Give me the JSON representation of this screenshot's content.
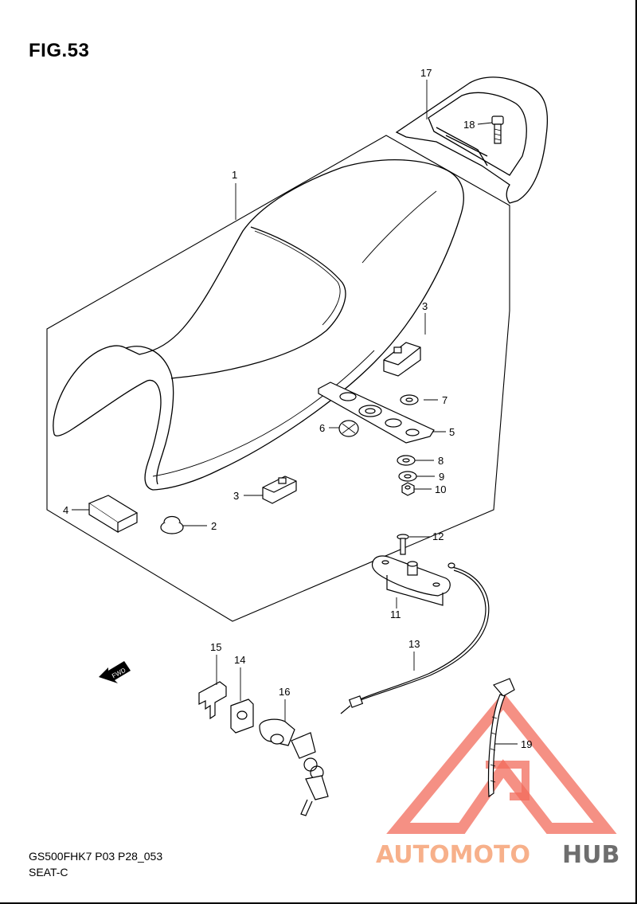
{
  "figure_title": "FIG.53",
  "model_code": "GS500FHK7 P03 P28_053",
  "section_name": "SEAT-C",
  "fwd_label": "FWD",
  "callouts": [
    "1",
    "2",
    "3",
    "3",
    "4",
    "5",
    "6",
    "7",
    "8",
    "9",
    "10",
    "11",
    "12",
    "13",
    "14",
    "15",
    "16",
    "17",
    "18",
    "19"
  ],
  "watermark": {
    "part1": "AUTOMOTO",
    "part2": "HUB",
    "color_primary": "#f26b5b",
    "color_secondary": "#f7b08a",
    "color_dark": "#6e6e6e"
  }
}
